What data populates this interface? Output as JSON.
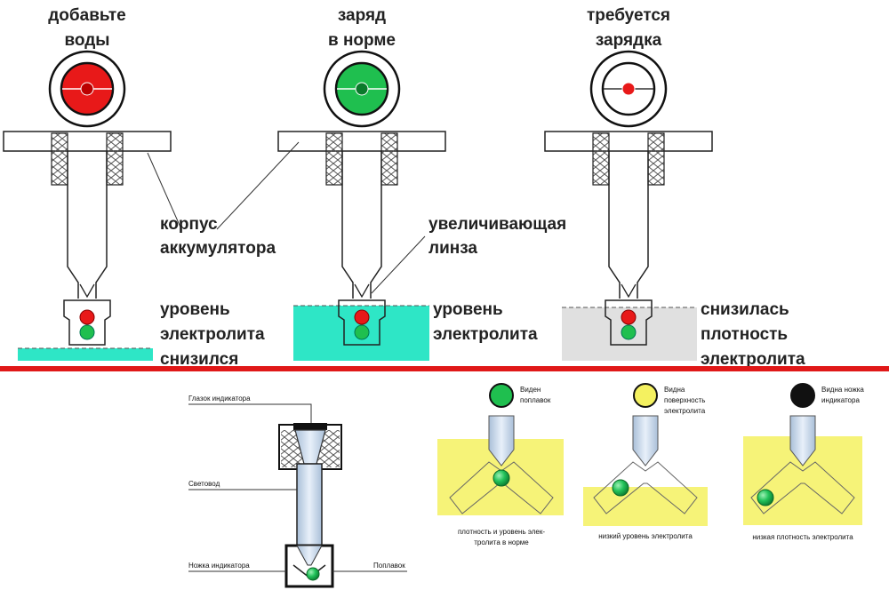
{
  "colors": {
    "green": "#1fbf4f",
    "red": "#e81919",
    "cyan": "#2ee6c6",
    "grey_fill": "#e0e0e0",
    "divider": "#e01818",
    "yellow": "#f4f160",
    "glass": "#c4d6ea"
  },
  "top": {
    "panels": [
      {
        "status": [
          "добавьте",
          "воды"
        ],
        "indicator": "red",
        "liquid": "cyan"
      },
      {
        "status": [
          "заряд",
          "в норме"
        ],
        "indicator": "green",
        "liquid": "cyan"
      },
      {
        "status": [
          "требуется",
          "зарядка"
        ],
        "indicator": "white",
        "liquid": "grey"
      }
    ],
    "label_housing": [
      "корпус",
      "аккумулятора"
    ],
    "label_lens": [
      "увеличивающая",
      "линза"
    ],
    "label_level_low": [
      "уровень",
      "электролита",
      "снизился"
    ],
    "label_level_ok": [
      "уровень",
      "электролита"
    ],
    "label_density_low": [
      "снизилась",
      "плотность",
      "электролита"
    ]
  },
  "bottom": {
    "diagram_labels": {
      "eye": "Глазок индикатора",
      "lightguide": "Световод",
      "leg": "Ножка индикатора",
      "float": "Поплавок"
    },
    "states": [
      {
        "dot": "green",
        "note": [
          "Виден",
          "поплавок"
        ],
        "caption": [
          "плотность и уровень элек-",
          "тролита в норме"
        ]
      },
      {
        "dot": "yellow",
        "note": [
          "Видна",
          "поверхность",
          "электролита"
        ],
        "caption": [
          "низкий уровень электролита"
        ]
      },
      {
        "dot": "black",
        "note": [
          "Видна ножка",
          "индикатора"
        ],
        "caption": [
          "низкая плотность электролита"
        ]
      }
    ]
  }
}
